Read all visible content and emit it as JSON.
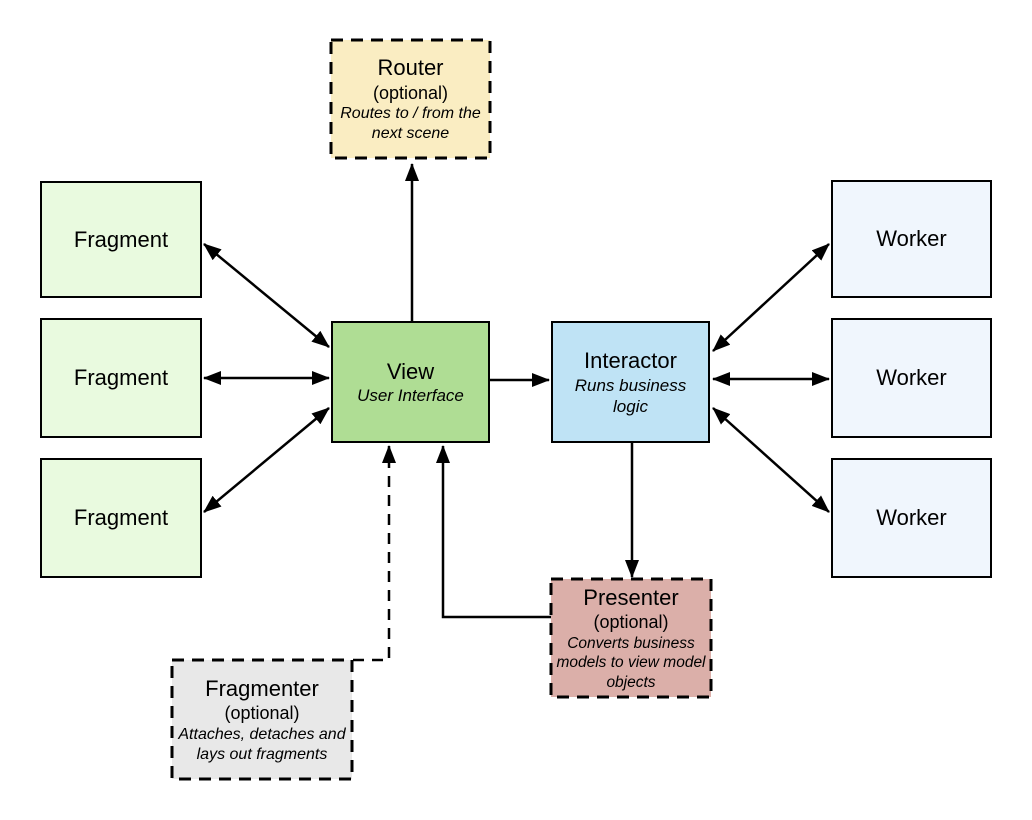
{
  "boxes": {
    "router": {
      "title": "Router",
      "subtitle": "(optional)",
      "description": "Routes to / from the next scene"
    },
    "view": {
      "title": "View",
      "description": "User Interface"
    },
    "interactor": {
      "title": "Interactor",
      "description": "Runs business logic"
    },
    "presenter": {
      "title": "Presenter",
      "subtitle": "(optional)",
      "description": "Converts business models to view model objects"
    },
    "fragmenter": {
      "title": "Fragmenter",
      "subtitle": "(optional)",
      "description": "Attaches, detaches and lays out fragments"
    },
    "fragment1": {
      "title": "Fragment"
    },
    "fragment2": {
      "title": "Fragment"
    },
    "fragment3": {
      "title": "Fragment"
    },
    "worker1": {
      "title": "Worker"
    },
    "worker2": {
      "title": "Worker"
    },
    "worker3": {
      "title": "Worker"
    }
  },
  "connections": [
    {
      "from": "View",
      "to": "Fragment (top)",
      "style": "solid",
      "arrows": "both"
    },
    {
      "from": "View",
      "to": "Fragment (middle)",
      "style": "solid",
      "arrows": "both"
    },
    {
      "from": "View",
      "to": "Fragment (bottom)",
      "style": "solid",
      "arrows": "both"
    },
    {
      "from": "View",
      "to": "Router",
      "style": "solid",
      "arrows": "end"
    },
    {
      "from": "View",
      "to": "Interactor",
      "style": "solid",
      "arrows": "end"
    },
    {
      "from": "Interactor",
      "to": "Worker (top)",
      "style": "solid",
      "arrows": "both"
    },
    {
      "from": "Interactor",
      "to": "Worker (middle)",
      "style": "solid",
      "arrows": "both"
    },
    {
      "from": "Interactor",
      "to": "Worker (bottom)",
      "style": "solid",
      "arrows": "both"
    },
    {
      "from": "Interactor",
      "to": "Presenter",
      "style": "solid",
      "arrows": "end"
    },
    {
      "from": "Presenter",
      "to": "View",
      "style": "solid",
      "arrows": "end"
    },
    {
      "from": "Fragmenter",
      "to": "View",
      "style": "dashed",
      "arrows": "end"
    }
  ],
  "colors": {
    "stroke": "#000000",
    "fragment_fill": "#E9FADF",
    "view_fill": "#AFDD94",
    "interactor_fill": "#BFE3F5",
    "worker_fill": "#F0F6FD",
    "router_fill": "#FAEDC2",
    "presenter_fill": "#DBAFA9",
    "fragmenter_fill": "#E8E8E8",
    "background": "#FFFFFF"
  }
}
